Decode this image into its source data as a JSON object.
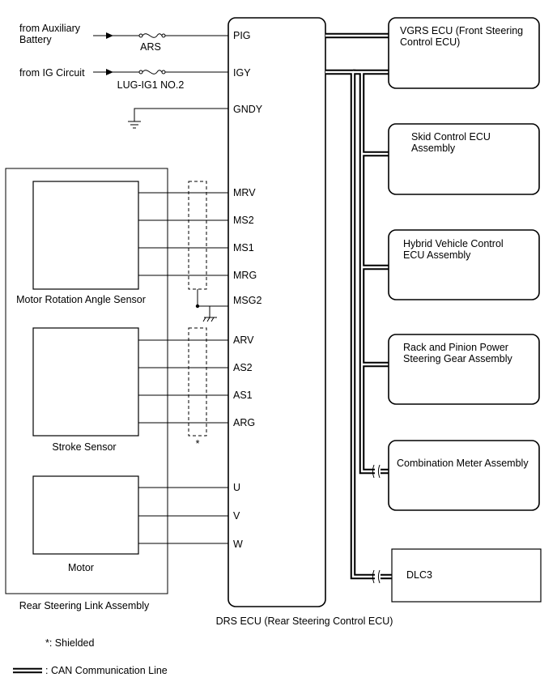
{
  "sources": {
    "aux_battery": "from Auxiliary\nBattery",
    "ig_circuit": "from IG Circuit"
  },
  "fuses": {
    "ars": "ARS",
    "lug": "LUG-IG1 NO.2"
  },
  "drs_ecu": {
    "label": "DRS ECU (Rear Steering Control ECU)",
    "terminals": [
      "PIG",
      "IGY",
      "GNDY",
      "MRV",
      "MS2",
      "MS1",
      "MRG",
      "MSG2",
      "ARV",
      "AS2",
      "AS1",
      "ARG",
      "U",
      "V",
      "W"
    ]
  },
  "assembly": {
    "label": "Rear Steering Link Assembly",
    "motor_rotation_sensor": "Motor Rotation Angle Sensor",
    "stroke_sensor": "Stroke Sensor",
    "motor": "Motor"
  },
  "ecus": [
    "VGRS ECU (Front Steering\nControl ECU)",
    "Skid Control ECU\nAssembly",
    "Hybrid Vehicle Control\nECU Assembly",
    "Rack and Pinion Power\nSteering Gear Assembly",
    "Combination Meter Assembly",
    "DLC3"
  ],
  "legend": {
    "shield_mark": "*",
    "shielded": "*: Shielded",
    "can_line": ": CAN Communication Line"
  }
}
